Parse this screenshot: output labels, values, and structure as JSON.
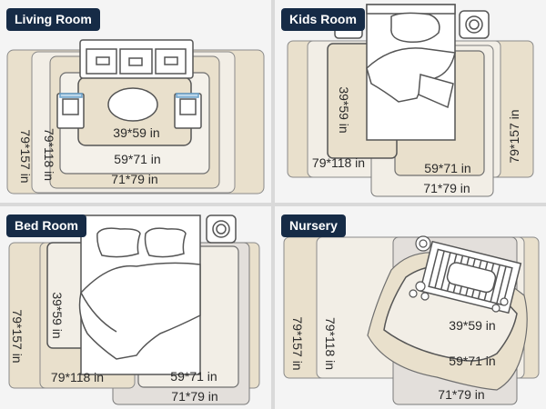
{
  "colors": {
    "panel_bg": "#f4f4f4",
    "badge_bg": "#162b46",
    "badge_text": "#ffffff",
    "rug_cream": "#e9e0cc",
    "rug_light": "#f2eee6",
    "rug_grey": "#e3dfdb",
    "outline": "#555555"
  },
  "panels": {
    "living": {
      "title": "Living Room",
      "labels": {
        "s39x59": "39*59 in",
        "s59x71": "59*71 in",
        "s71x79": "71*79 in",
        "s79x118": "79*118 in",
        "s79x157": "79*157 in"
      }
    },
    "kids": {
      "title": "Kids Room",
      "labels": {
        "s39x59": "39*59 in",
        "s59x71": "59*71 in",
        "s71x79": "71*79 in",
        "s79x118": "79*118 in",
        "s79x157": "79*157 in"
      }
    },
    "bed": {
      "title": "Bed Room",
      "labels": {
        "s39x59": "39*59 in",
        "s59x71": "59*71 in",
        "s71x79": "71*79 in",
        "s79x118": "79*118 in",
        "s79x157": "79*157 in"
      }
    },
    "nursery": {
      "title": "Nursery",
      "labels": {
        "s39x59": "39*59 in",
        "s59x71": "59*71 in",
        "s71x79": "71*79 in",
        "s79x118": "79*118 in",
        "s79x157": "79*157 in"
      }
    }
  },
  "icons": {
    "sofa": "sofa-icon",
    "armchair": "armchair-icon",
    "coffee_table": "coffee-table-icon",
    "bed": "bed-icon",
    "nightstand": "nightstand-icon",
    "crib": "crib-icon",
    "mobile": "mobile-icon"
  }
}
